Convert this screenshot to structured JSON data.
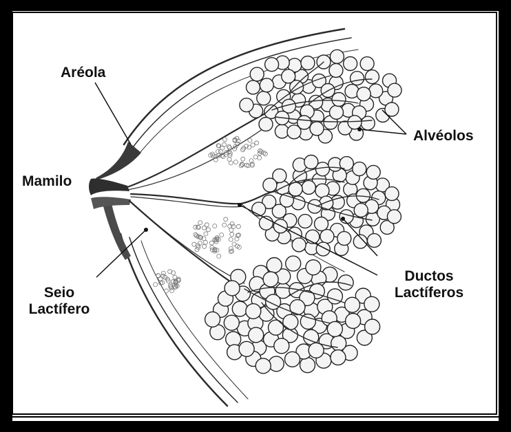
{
  "labels": {
    "areola": "Aréola",
    "mamilo": "Mamilo",
    "alveolos": "Alvéolos",
    "ductos_line1": "Ductos",
    "ductos_line2": "Lactíferos",
    "seio_line1": "Seio",
    "seio_line2": "Lactífero"
  },
  "colors": {
    "frame": "#000000",
    "ink": "#222222",
    "alveolus_fill": "#f4f4f4",
    "background": "#ffffff"
  }
}
